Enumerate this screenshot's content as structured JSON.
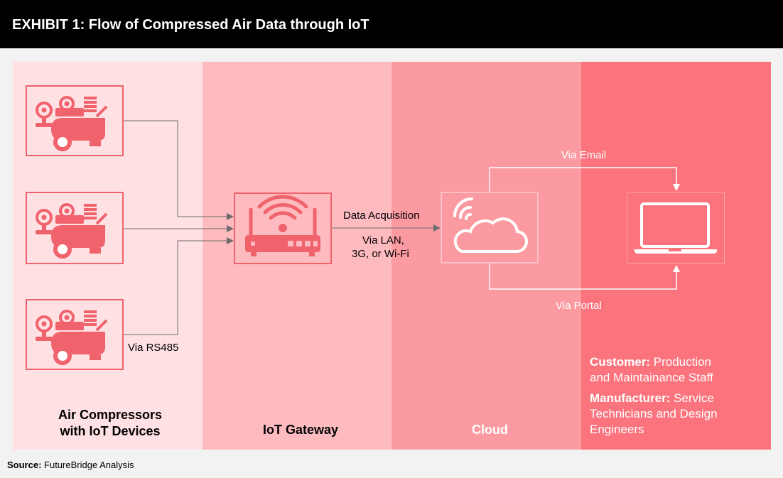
{
  "header": {
    "title": "EXHIBIT 1: Flow of Compressed Air Data through IoT"
  },
  "columns": {
    "compressors_line1": "Air Compressors",
    "compressors_line2": "with IoT Devices",
    "gateway": "IoT Gateway",
    "cloud": "Cloud"
  },
  "labels": {
    "rs485": "Via RS485",
    "data_acquisition": "Data Acquisition",
    "via_lan_line1": "Via LAN,",
    "via_lan_line2": "3G, or Wi-Fi",
    "via_email": "Via Email",
    "via_portal": "Via Portal"
  },
  "people": {
    "customer_label": "Customer:",
    "customer_line1": " Production",
    "customer_line2": "and Maintainance Staff",
    "manufacturer_label": "Manufacturer:",
    "manufacturer_line1": " Service",
    "manufacturer_line2": "Technicians and Design",
    "manufacturer_line3": "Engineers"
  },
  "source": {
    "label": "Source:",
    "text": " FutureBridge Analysis"
  },
  "icons": [
    "air-compressor-icon",
    "router-icon",
    "cloud-icon",
    "laptop-icon"
  ],
  "colors": {
    "header_bg": "#000000",
    "panel1": "#ffe0e3",
    "panel2": "#fdbbc0",
    "panel3": "#fb9aa1",
    "panel4": "#fb737c",
    "icon": "#f0636d",
    "arrow": "#6d6d6d"
  }
}
